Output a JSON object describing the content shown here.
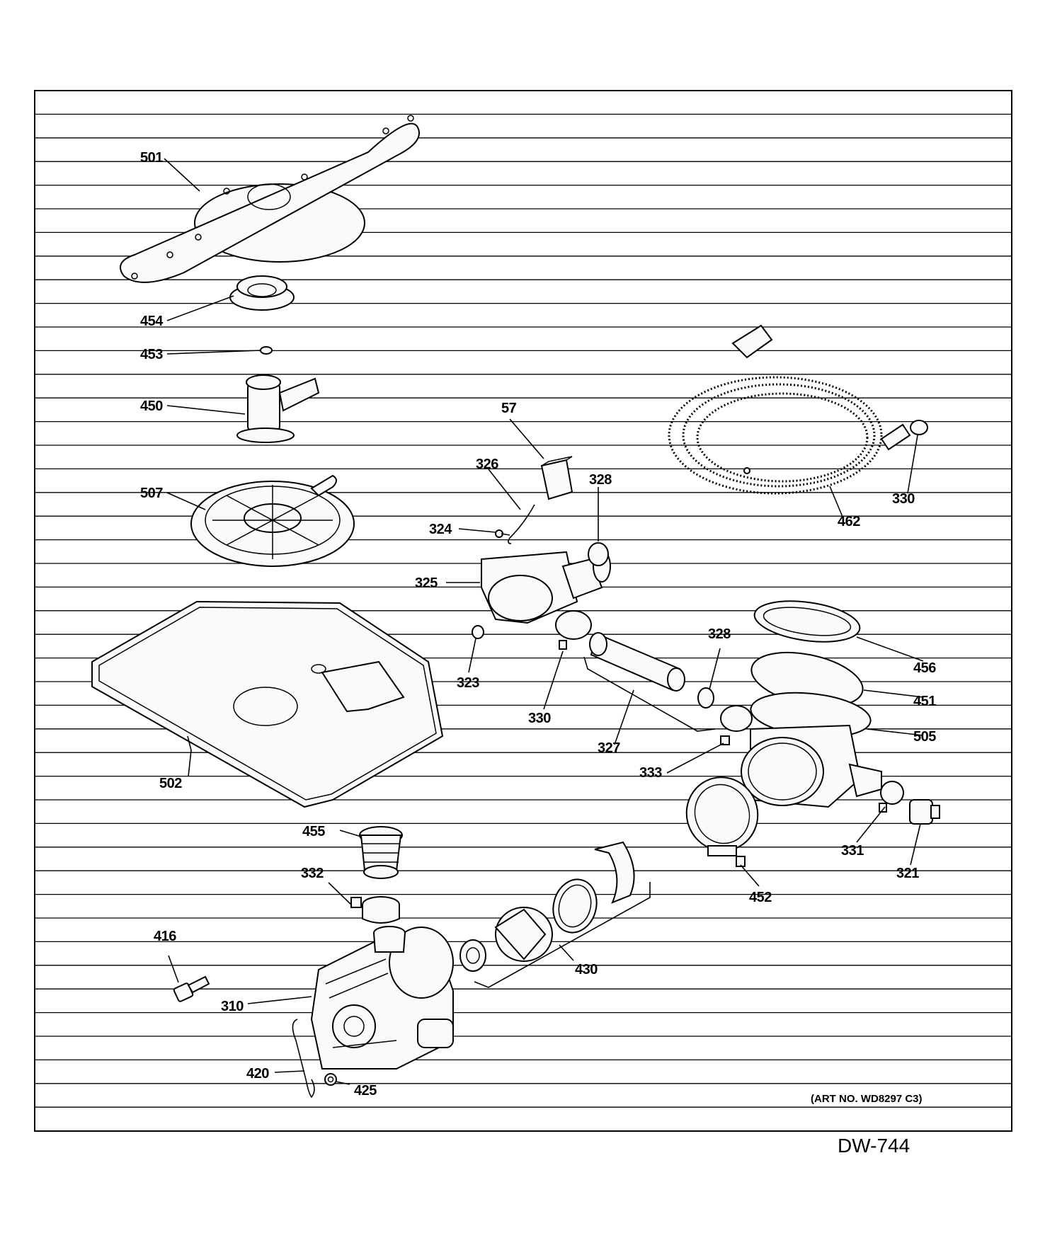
{
  "art_number": "(ART NO. WD8297 C3)",
  "drawing_number": "DW-744",
  "callouts": [
    {
      "id": "501",
      "label": "501"
    },
    {
      "id": "454",
      "label": "454"
    },
    {
      "id": "453",
      "label": "453"
    },
    {
      "id": "450",
      "label": "450"
    },
    {
      "id": "507",
      "label": "507"
    },
    {
      "id": "502",
      "label": "502"
    },
    {
      "id": "57",
      "label": "57"
    },
    {
      "id": "326",
      "label": "326"
    },
    {
      "id": "328a",
      "label": "328"
    },
    {
      "id": "324",
      "label": "324"
    },
    {
      "id": "325",
      "label": "325"
    },
    {
      "id": "323",
      "label": "323"
    },
    {
      "id": "330a",
      "label": "330"
    },
    {
      "id": "327",
      "label": "327"
    },
    {
      "id": "328b",
      "label": "328"
    },
    {
      "id": "333",
      "label": "333"
    },
    {
      "id": "462",
      "label": "462"
    },
    {
      "id": "330b",
      "label": "330"
    },
    {
      "id": "456",
      "label": "456"
    },
    {
      "id": "451",
      "label": "451"
    },
    {
      "id": "505",
      "label": "505"
    },
    {
      "id": "331",
      "label": "331"
    },
    {
      "id": "321",
      "label": "321"
    },
    {
      "id": "452",
      "label": "452"
    },
    {
      "id": "455",
      "label": "455"
    },
    {
      "id": "332",
      "label": "332"
    },
    {
      "id": "416",
      "label": "416"
    },
    {
      "id": "430",
      "label": "430"
    },
    {
      "id": "310",
      "label": "310"
    },
    {
      "id": "420",
      "label": "420"
    },
    {
      "id": "425",
      "label": "425"
    }
  ]
}
